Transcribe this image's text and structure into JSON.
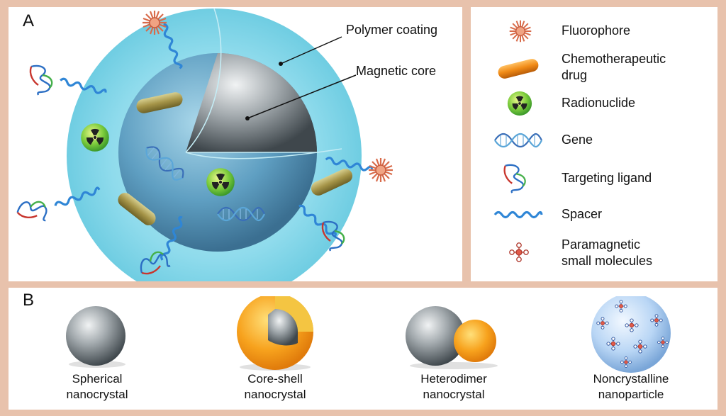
{
  "panel_a": {
    "label": "A",
    "callouts": {
      "polymer_coating": "Polymer coating",
      "magnetic_core": "Magnetic core"
    }
  },
  "legend": {
    "items": [
      {
        "icon": "fluorophore-icon",
        "text": "Fluorophore"
      },
      {
        "icon": "chemotherapeutic-drug-icon",
        "text": "Chemotherapeutic\ndrug"
      },
      {
        "icon": "radionuclide-icon",
        "text": "Radionuclide"
      },
      {
        "icon": "gene-icon",
        "text": "Gene"
      },
      {
        "icon": "targeting-ligand-icon",
        "text": "Targeting ligand"
      },
      {
        "icon": "spacer-icon",
        "text": "Spacer"
      },
      {
        "icon": "paramagnetic-molecule-icon",
        "text": "Paramagnetic\nsmall molecules"
      }
    ]
  },
  "panel_b": {
    "label": "B",
    "items": [
      {
        "icon": "spherical-nanocrystal-icon",
        "text": "Spherical\nnanocrystal"
      },
      {
        "icon": "core-shell-nanocrystal-icon",
        "text": "Core-shell\nnanocrystal"
      },
      {
        "icon": "heterodimer-nanocrystal-icon",
        "text": "Heterodimer\nnanocrystal"
      },
      {
        "icon": "noncrystalline-nanoparticle-icon",
        "text": "Noncrystalline\nnanoparticle"
      }
    ]
  },
  "colors": {
    "frame": "#e8c2ac",
    "coating": "#7fd3e6",
    "core": "#4f8fb3",
    "drug": "#a89a52",
    "radionuclide": "#6cc24a",
    "shell": "#f5a623",
    "gray": "#808a90"
  }
}
